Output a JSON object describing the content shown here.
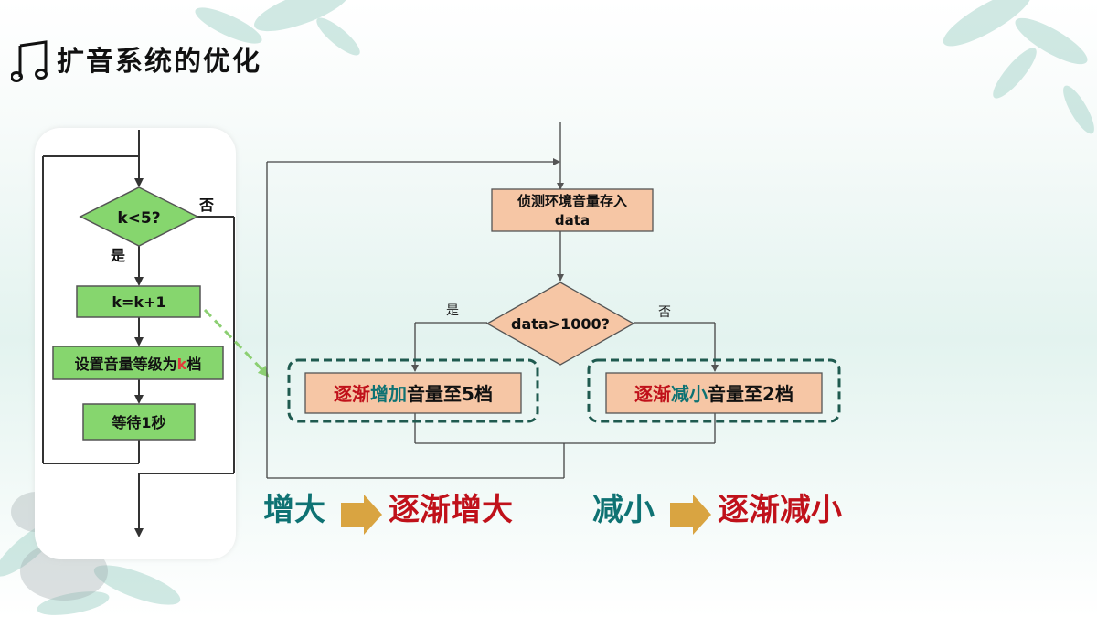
{
  "slide": {
    "title": "扩音系统的优化"
  },
  "left_flow": {
    "cond": "k<5?",
    "yes": "是",
    "no": "否",
    "step1": "k=k+1",
    "step2_prefix": "设置音量等级为",
    "step2_var": "k",
    "step2_suffix": "档",
    "step3": "等待1秒"
  },
  "right_flow": {
    "detect_line1": "侦测环境音量存入",
    "detect_line2": "data",
    "cond": "data>1000?",
    "yes": "是",
    "no": "否",
    "left_action": {
      "a": "逐渐",
      "b": "增加",
      "c": "音量至5档"
    },
    "right_action": {
      "a": "逐渐",
      "b": "减小",
      "c": "音量至2档"
    }
  },
  "bottom": {
    "left_from": "增大",
    "left_to": "逐渐增大",
    "right_from": "减小",
    "right_to": "逐渐减小"
  },
  "colors": {
    "green_box": "#86d66e",
    "peach_box": "#f6c6a5",
    "teal": "#0e7273",
    "red": "#c0111a",
    "arrow_gold": "#d9a441"
  },
  "icons": [
    "music-note-icon",
    "leaf-decoration-icon",
    "gold-arrow-icon"
  ]
}
